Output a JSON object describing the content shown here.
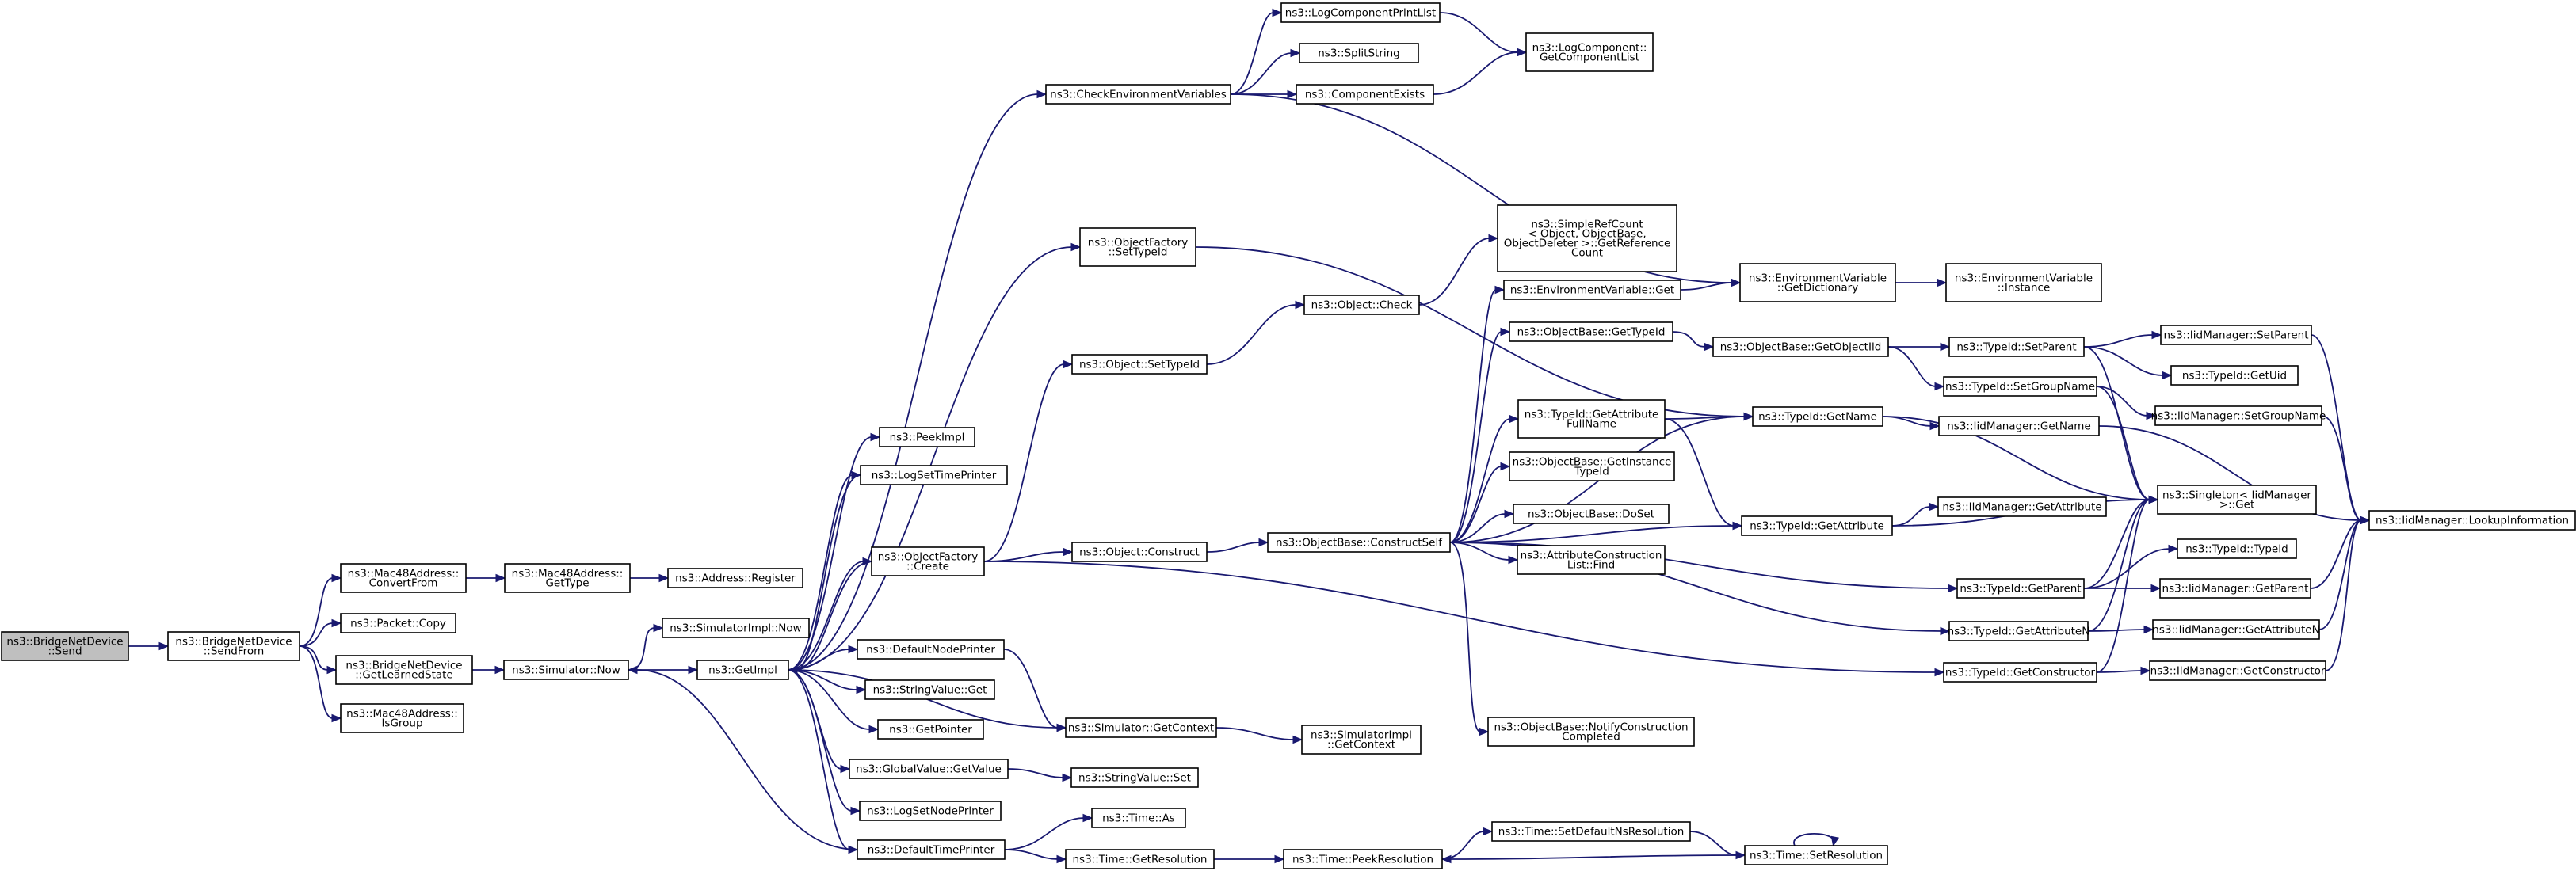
{
  "diagram": {
    "nodes": [
      {
        "id": "send",
        "lines": [
          "ns3::BridgeNetDevice",
          "::Send"
        ],
        "root": true
      },
      {
        "id": "sendfrom",
        "lines": [
          "ns3::BridgeNetDevice",
          "::SendFrom"
        ]
      },
      {
        "id": "convertfrom",
        "lines": [
          "ns3::Mac48Address::",
          "ConvertFrom"
        ]
      },
      {
        "id": "packetcopy",
        "lines": [
          "ns3::Packet::Copy"
        ]
      },
      {
        "id": "getlearnedstate",
        "lines": [
          "ns3::BridgeNetDevice",
          "::GetLearnedState"
        ]
      },
      {
        "id": "isgroup",
        "lines": [
          "ns3::Mac48Address::",
          "IsGroup"
        ]
      },
      {
        "id": "m48gettype",
        "lines": [
          "ns3::Mac48Address::",
          "GetType"
        ]
      },
      {
        "id": "addrregister",
        "lines": [
          "ns3::Address::Register"
        ]
      },
      {
        "id": "simnow",
        "lines": [
          "ns3::Simulator::Now"
        ]
      },
      {
        "id": "simimplnow",
        "lines": [
          "ns3::SimulatorImpl::Now"
        ]
      },
      {
        "id": "getimpl",
        "lines": [
          "ns3::GetImpl"
        ]
      },
      {
        "id": "peekimpl",
        "lines": [
          "ns3::PeekImpl"
        ]
      },
      {
        "id": "logsettimeprinter",
        "lines": [
          "ns3::LogSetTimePrinter"
        ]
      },
      {
        "id": "ofcreate",
        "lines": [
          "ns3::ObjectFactory",
          "::Create"
        ]
      },
      {
        "id": "defaultnodeprinter",
        "lines": [
          "ns3::DefaultNodePrinter"
        ]
      },
      {
        "id": "stringvalueget",
        "lines": [
          "ns3::StringValue::Get"
        ]
      },
      {
        "id": "getpointer",
        "lines": [
          "ns3::GetPointer"
        ]
      },
      {
        "id": "gvgetvalue",
        "lines": [
          "ns3::GlobalValue::GetValue"
        ]
      },
      {
        "id": "logsetnodeprinter",
        "lines": [
          "ns3::LogSetNodePrinter"
        ]
      },
      {
        "id": "defaulttimeprinter",
        "lines": [
          "ns3::DefaultTimePrinter"
        ]
      },
      {
        "id": "checkenv",
        "lines": [
          "ns3::CheckEnvironmentVariables"
        ]
      },
      {
        "id": "ofsettypeid",
        "lines": [
          "ns3::ObjectFactory",
          "::SetTypeId"
        ]
      },
      {
        "id": "objsettypeid",
        "lines": [
          "ns3::Object::SetTypeId"
        ]
      },
      {
        "id": "objconstruct",
        "lines": [
          "ns3::Object::Construct"
        ]
      },
      {
        "id": "simgetcontext",
        "lines": [
          "ns3::Simulator::GetContext"
        ]
      },
      {
        "id": "stringvalueset",
        "lines": [
          "ns3::StringValue::Set"
        ]
      },
      {
        "id": "timeas",
        "lines": [
          "ns3::Time::As"
        ]
      },
      {
        "id": "timegetres",
        "lines": [
          "ns3::Time::GetResolution"
        ]
      },
      {
        "id": "logprintlist",
        "lines": [
          "ns3::LogComponentPrintList"
        ]
      },
      {
        "id": "splitstring",
        "lines": [
          "ns3::SplitString"
        ]
      },
      {
        "id": "compexists",
        "lines": [
          "ns3::ComponentExists"
        ]
      },
      {
        "id": "objcheck",
        "lines": [
          "ns3::Object::Check"
        ]
      },
      {
        "id": "obconstructself",
        "lines": [
          "ns3::ObjectBase::ConstructSelf"
        ]
      },
      {
        "id": "simimplgetcontext",
        "lines": [
          "ns3::SimulatorImpl",
          "::GetContext"
        ]
      },
      {
        "id": "timepeekres",
        "lines": [
          "ns3::Time::PeekResolution"
        ]
      },
      {
        "id": "logcompgetlist",
        "lines": [
          "ns3::LogComponent::",
          "GetComponentList"
        ]
      },
      {
        "id": "simplerefcount",
        "lines": [
          "ns3::SimpleRefCount",
          "< Object, ObjectBase,",
          "ObjectDeleter >::GetReference",
          "Count"
        ]
      },
      {
        "id": "envget",
        "lines": [
          "ns3::EnvironmentVariable::Get"
        ]
      },
      {
        "id": "obgettypeid",
        "lines": [
          "ns3::ObjectBase::GetTypeId"
        ]
      },
      {
        "id": "tidgetattrfullname",
        "lines": [
          "ns3::TypeId::GetAttribute",
          "FullName"
        ]
      },
      {
        "id": "obgetinstancetypeid",
        "lines": [
          "ns3::ObjectBase::GetInstance",
          "TypeId"
        ]
      },
      {
        "id": "obdoset",
        "lines": [
          "ns3::ObjectBase::DoSet"
        ]
      },
      {
        "id": "attrconstrlistfind",
        "lines": [
          "ns3::AttributeConstruction",
          "List::Find"
        ]
      },
      {
        "id": "obnotifyconstr",
        "lines": [
          "ns3::ObjectBase::NotifyConstruction",
          "Completed"
        ]
      },
      {
        "id": "timesetdefaultns",
        "lines": [
          "ns3::Time::SetDefaultNsResolution"
        ]
      },
      {
        "id": "envgetdict",
        "lines": [
          "ns3::EnvironmentVariable",
          "::GetDictionary"
        ]
      },
      {
        "id": "envinstance",
        "lines": [
          "ns3::EnvironmentVariable",
          "::Instance"
        ]
      },
      {
        "id": "obgetobjectiid",
        "lines": [
          "ns3::ObjectBase::GetObjectIid"
        ]
      },
      {
        "id": "tidgetname",
        "lines": [
          "ns3::TypeId::GetName"
        ]
      },
      {
        "id": "tidgetattribute",
        "lines": [
          "ns3::TypeId::GetAttribute"
        ]
      },
      {
        "id": "timesetres",
        "lines": [
          "ns3::Time::SetResolution"
        ]
      },
      {
        "id": "tidsetparent",
        "lines": [
          "ns3::TypeId::SetParent"
        ]
      },
      {
        "id": "tidsetgroupname",
        "lines": [
          "ns3::TypeId::SetGroupName"
        ]
      },
      {
        "id": "iidmgetname",
        "lines": [
          "ns3::IidManager::GetName"
        ]
      },
      {
        "id": "iidmgetattribute",
        "lines": [
          "ns3::IidManager::GetAttribute"
        ]
      },
      {
        "id": "tidgetparent",
        "lines": [
          "ns3::TypeId::GetParent"
        ]
      },
      {
        "id": "tidgetattributen",
        "lines": [
          "ns3::TypeId::GetAttributeN"
        ]
      },
      {
        "id": "tidgetconstructor",
        "lines": [
          "ns3::TypeId::GetConstructor"
        ]
      },
      {
        "id": "iidmsetparent",
        "lines": [
          "ns3::IidManager::SetParent"
        ]
      },
      {
        "id": "tidgetuid",
        "lines": [
          "ns3::TypeId::GetUid"
        ]
      },
      {
        "id": "iidmsetgroupname",
        "lines": [
          "ns3::IidManager::SetGroupName"
        ]
      },
      {
        "id": "singletonget",
        "lines": [
          "ns3::Singleton< IidManager",
          ">::Get"
        ]
      },
      {
        "id": "tidtypeid",
        "lines": [
          "ns3::TypeId::TypeId"
        ]
      },
      {
        "id": "iidmgetparent",
        "lines": [
          "ns3::IidManager::GetParent"
        ]
      },
      {
        "id": "iidmgetattributen",
        "lines": [
          "ns3::IidManager::GetAttributeN"
        ]
      },
      {
        "id": "iidmgetconstructor",
        "lines": [
          "ns3::IidManager::GetConstructor"
        ]
      },
      {
        "id": "iidmlookupinfo",
        "lines": [
          "ns3::IidManager::LookupInformation"
        ]
      }
    ],
    "edges": [
      [
        "send",
        "sendfrom"
      ],
      [
        "sendfrom",
        "convertfrom"
      ],
      [
        "sendfrom",
        "packetcopy"
      ],
      [
        "sendfrom",
        "getlearnedstate"
      ],
      [
        "sendfrom",
        "isgroup"
      ],
      [
        "convertfrom",
        "m48gettype"
      ],
      [
        "m48gettype",
        "addrregister"
      ],
      [
        "getlearnedstate",
        "simnow"
      ],
      [
        "simnow",
        "simimplnow"
      ],
      [
        "simnow",
        "getimpl"
      ],
      [
        "getimpl",
        "peekimpl"
      ],
      [
        "getimpl",
        "logsettimeprinter"
      ],
      [
        "getimpl",
        "ofcreate"
      ],
      [
        "getimpl",
        "checkenv"
      ],
      [
        "getimpl",
        "ofsettypeid"
      ],
      [
        "getimpl",
        "defaultnodeprinter"
      ],
      [
        "getimpl",
        "stringvalueget"
      ],
      [
        "getimpl",
        "getpointer"
      ],
      [
        "getimpl",
        "gvgetvalue"
      ],
      [
        "getimpl",
        "logsetnodeprinter"
      ],
      [
        "getimpl",
        "defaulttimeprinter"
      ],
      [
        "getimpl",
        "simgetcontext"
      ],
      [
        "logsettimeprinter",
        "getimpl"
      ],
      [
        "ofcreate",
        "getimpl"
      ],
      [
        "defaulttimeprinter",
        "simnow"
      ],
      [
        "ofcreate",
        "objsettypeid"
      ],
      [
        "ofcreate",
        "objconstruct"
      ],
      [
        "ofcreate",
        "tidgetconstructor"
      ],
      [
        "defaultnodeprinter",
        "simgetcontext"
      ],
      [
        "gvgetvalue",
        "stringvalueset"
      ],
      [
        "defaulttimeprinter",
        "timeas"
      ],
      [
        "defaulttimeprinter",
        "timegetres"
      ],
      [
        "checkenv",
        "logprintlist"
      ],
      [
        "checkenv",
        "splitstring"
      ],
      [
        "checkenv",
        "compexists"
      ],
      [
        "checkenv",
        "envgetdict"
      ],
      [
        "ofsettypeid",
        "tidgetname"
      ],
      [
        "objsettypeid",
        "objcheck"
      ],
      [
        "objconstruct",
        "obconstructself"
      ],
      [
        "simgetcontext",
        "simimplgetcontext"
      ],
      [
        "timegetres",
        "timepeekres"
      ],
      [
        "logprintlist",
        "logcompgetlist"
      ],
      [
        "compexists",
        "logcompgetlist"
      ],
      [
        "objcheck",
        "simplerefcount"
      ],
      [
        "obconstructself",
        "envget"
      ],
      [
        "obconstructself",
        "obgettypeid"
      ],
      [
        "obconstructself",
        "tidgetattrfullname"
      ],
      [
        "obconstructself",
        "obgetinstancetypeid"
      ],
      [
        "obconstructself",
        "obdoset"
      ],
      [
        "obconstructself",
        "attrconstrlistfind"
      ],
      [
        "obconstructself",
        "obnotifyconstr"
      ],
      [
        "obconstructself",
        "tidgetname"
      ],
      [
        "obconstructself",
        "tidgetattribute"
      ],
      [
        "obconstructself",
        "tidgetparent"
      ],
      [
        "obconstructself",
        "tidgetattributen"
      ],
      [
        "timepeekres",
        "timesetdefaultns"
      ],
      [
        "timesetdefaultns",
        "timesetres"
      ],
      [
        "timesetres",
        "timepeekres"
      ],
      [
        "timesetres",
        "timesetres"
      ],
      [
        "envget",
        "envgetdict"
      ],
      [
        "envgetdict",
        "envinstance"
      ],
      [
        "obgettypeid",
        "obgetobjectiid"
      ],
      [
        "obgetobjectiid",
        "tidsetparent"
      ],
      [
        "obgetobjectiid",
        "tidsetgroupname"
      ],
      [
        "tidgetattrfullname",
        "tidgetname"
      ],
      [
        "tidgetattrfullname",
        "tidgetattribute"
      ],
      [
        "tidgetname",
        "iidmgetname"
      ],
      [
        "tidgetname",
        "singletonget"
      ],
      [
        "tidgetattribute",
        "iidmgetattribute"
      ],
      [
        "tidgetattribute",
        "singletonget"
      ],
      [
        "tidsetparent",
        "iidmsetparent"
      ],
      [
        "tidsetparent",
        "tidgetuid"
      ],
      [
        "tidsetparent",
        "singletonget"
      ],
      [
        "tidsetgroupname",
        "iidmsetgroupname"
      ],
      [
        "tidsetgroupname",
        "singletonget"
      ],
      [
        "iidmgetname",
        "iidmlookupinfo"
      ],
      [
        "tidgetparent",
        "tidtypeid"
      ],
      [
        "tidgetparent",
        "iidmgetparent"
      ],
      [
        "tidgetparent",
        "singletonget"
      ],
      [
        "tidgetattributen",
        "iidmgetattributen"
      ],
      [
        "tidgetattributen",
        "singletonget"
      ],
      [
        "tidgetconstructor",
        "iidmgetconstructor"
      ],
      [
        "tidgetconstructor",
        "singletonget"
      ],
      [
        "iidmsetparent",
        "iidmlookupinfo"
      ],
      [
        "iidmsetgroupname",
        "iidmlookupinfo"
      ],
      [
        "iidmgetparent",
        "iidmlookupinfo"
      ],
      [
        "iidmgetattributen",
        "iidmlookupinfo"
      ],
      [
        "iidmgetconstructor",
        "iidmlookupinfo"
      ]
    ]
  }
}
